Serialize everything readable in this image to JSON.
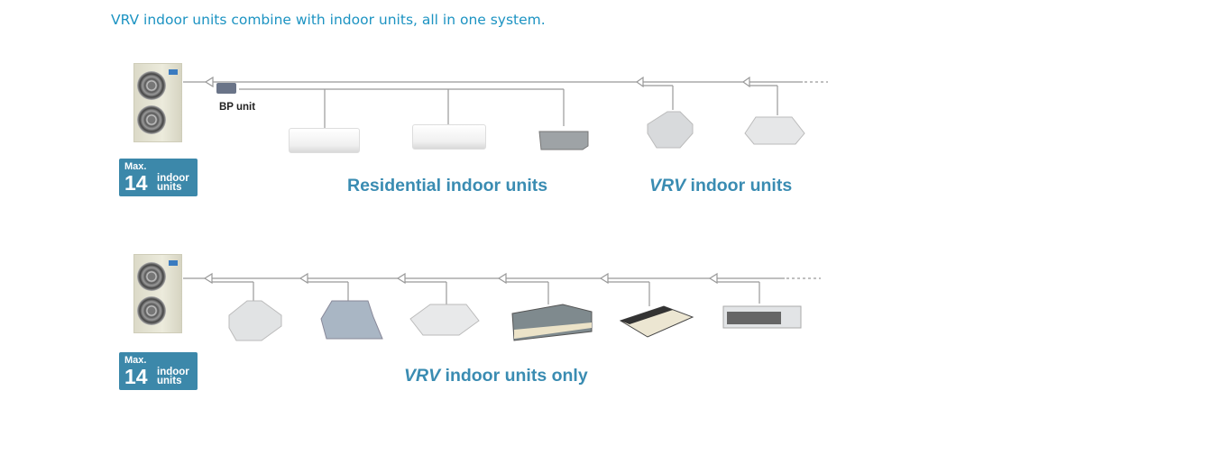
{
  "heading": "VRV indoor units combine with indoor units, all in one system.",
  "system1": {
    "bp_label": "BP unit",
    "badge": {
      "max": "Max.",
      "number": "14",
      "unit_line1": "indoor",
      "unit_line2": "units"
    },
    "caption_residential": "Residential indoor units",
    "caption_vrv_brand": "VRV",
    "caption_vrv_rest": " indoor units"
  },
  "system2": {
    "badge": {
      "max": "Max.",
      "number": "14",
      "unit_line1": "indoor",
      "unit_line2": "units"
    },
    "caption_brand": "VRV",
    "caption_rest": " indoor units only"
  },
  "colors": {
    "heading": "#1c93c2",
    "badge": "#3c88aa",
    "caption": "#3a8cb2"
  }
}
